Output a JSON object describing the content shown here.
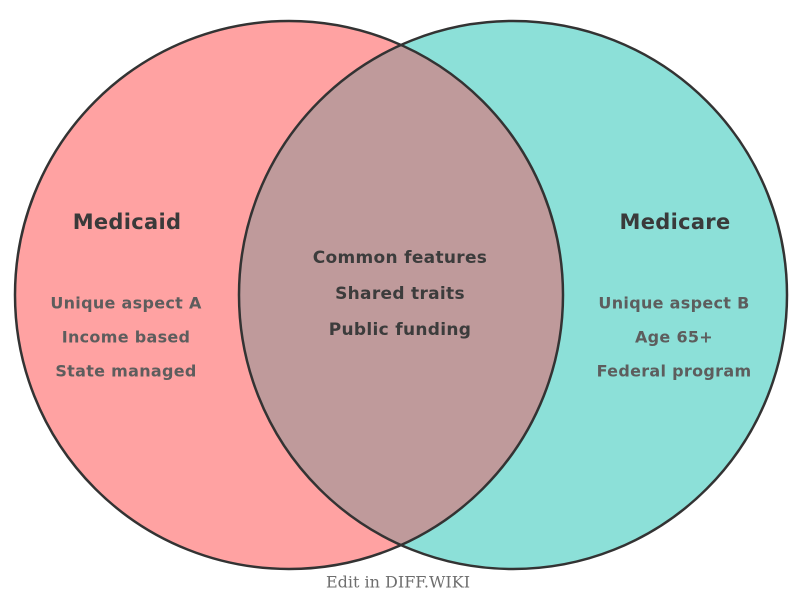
{
  "venn": {
    "left": {
      "title": "Medicaid",
      "items": [
        "Unique aspect A",
        "Income based",
        "State managed"
      ]
    },
    "right": {
      "title": "Medicare",
      "items": [
        "Unique aspect B",
        "Age 65+",
        "Federal program"
      ]
    },
    "overlap": {
      "items": [
        "Common features",
        "Shared traits",
        "Public funding"
      ]
    },
    "colors": {
      "left_fill": "#ffa2a2",
      "right_fill": "#8ce0d8",
      "overlap_fill": "#bf9a9b",
      "outline": "#333333",
      "title_text": "#3a3a3a",
      "item_text": "#5d5d5d",
      "overlap_text": "#3c3c3c",
      "footer_text": "#6e6e6e"
    }
  },
  "footer": {
    "label": "Edit in DIFF.WIKI"
  }
}
